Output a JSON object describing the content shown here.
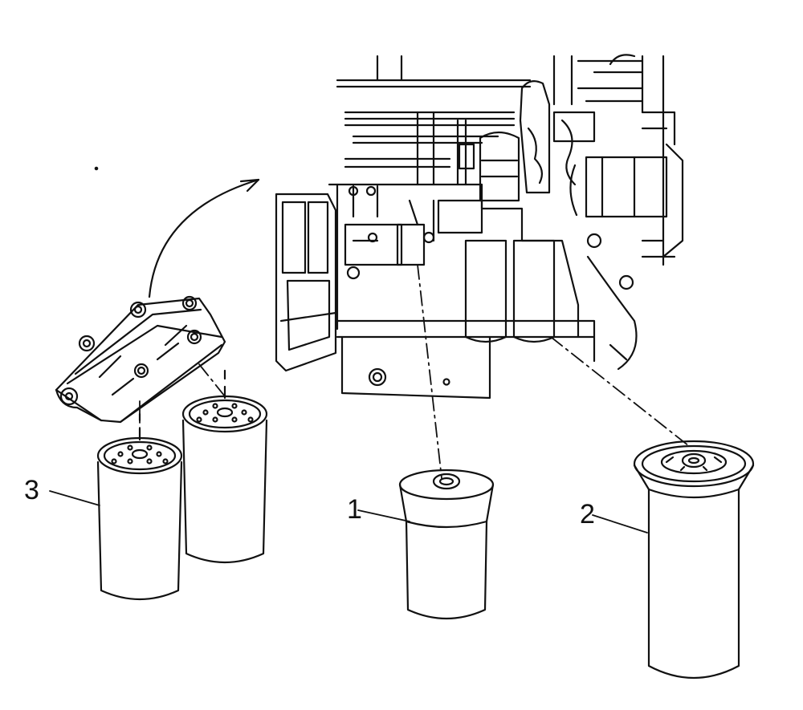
{
  "diagram": {
    "callouts": [
      {
        "id": "3",
        "text": "3"
      },
      {
        "id": "1",
        "text": "1"
      },
      {
        "id": "2",
        "text": "2"
      }
    ],
    "colors": {
      "ink": "#111111",
      "paper": "#ffffff"
    }
  }
}
